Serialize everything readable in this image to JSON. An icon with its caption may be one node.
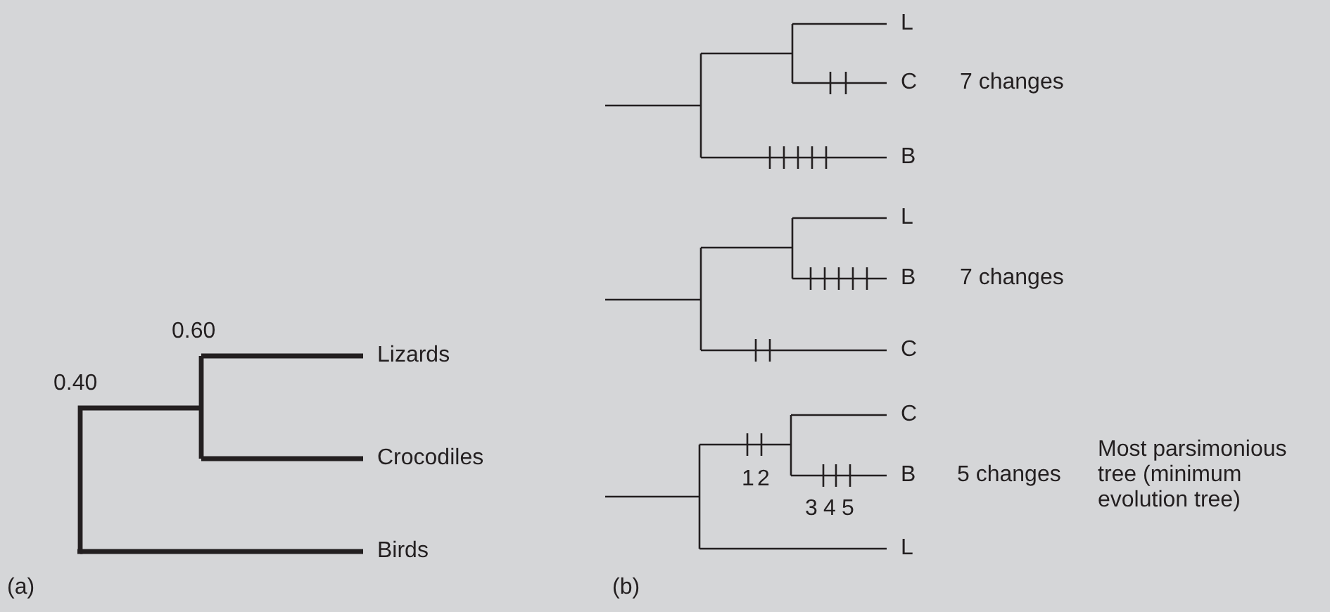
{
  "diagram": {
    "nodes": [
      {
        "text": [
          "Lizards"
        ]
      },
      {
        "text": [
          "Crocodiles"
        ]
      },
      {
        "text": [
          "Birds"
        ]
      },
      {
        "text": [
          "L"
        ]
      },
      {
        "text": [
          "C"
        ]
      },
      {
        "text": [
          "B"
        ]
      },
      {
        "text": [
          "L"
        ]
      },
      {
        "text": [
          "B"
        ]
      },
      {
        "text": [
          "C"
        ]
      },
      {
        "text": [
          "C"
        ]
      },
      {
        "text": [
          "B"
        ]
      },
      {
        "text": [
          "L"
        ]
      }
    ],
    "edges": [
      {
        "from": null,
        "to": 0,
        "arrow": "none",
        "style": "thick"
      },
      {
        "from": null,
        "to": 1,
        "arrow": "none",
        "style": "thick"
      },
      {
        "from": null,
        "to": 2,
        "arrow": "none",
        "style": "thick"
      },
      {
        "from": null,
        "to": 3,
        "arrow": "none"
      },
      {
        "from": null,
        "to": 4,
        "arrow": "none"
      },
      {
        "from": null,
        "to": 5,
        "arrow": "none"
      },
      {
        "from": null,
        "to": 6,
        "arrow": "none"
      },
      {
        "from": null,
        "to": 7,
        "arrow": "none"
      },
      {
        "from": null,
        "to": 8,
        "arrow": "none"
      },
      {
        "from": null,
        "to": 9,
        "arrow": "none"
      },
      {
        "from": null,
        "to": 10,
        "arrow": "none"
      },
      {
        "from": null,
        "to": 11,
        "arrow": "none"
      }
    ],
    "labels": [
      "7 changes",
      "0.60",
      "7 changes",
      "0.40",
      "1",
      "2",
      "5 changes",
      "Most parsimonious tree (minimum evolution tree)",
      "3",
      "4",
      "5",
      "(a)",
      "(b)"
    ]
  }
}
